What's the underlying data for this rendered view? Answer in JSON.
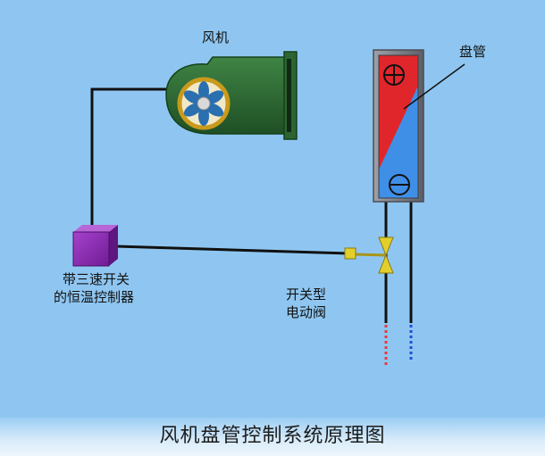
{
  "labels": {
    "fan": "风机",
    "coil": "盘管",
    "controller_line1": "带三速开关",
    "controller_line2": "的恒温控制器",
    "valve_line1": "开关型",
    "valve_line2": "电动阀",
    "title": "风机盘管控制系统原理图"
  },
  "colors": {
    "background": "#8fc6f1",
    "fan_housing": "#2e6b34",
    "impeller_ring": "#c99a1c",
    "impeller_blade": "#2a6fb0",
    "coil_hot": "#e0262a",
    "coil_cold": "#3f8fe6",
    "coil_frame": "#7b7d86",
    "controller_box": "#8e2bb5",
    "valve": "#e3cf2a",
    "wire": "#111111",
    "supply_dots": "#e83b3b",
    "return_dots": "#1e4fd6"
  },
  "icons": [
    "fan-icon",
    "impeller-icon",
    "plus-symbol-icon",
    "minus-symbol-icon",
    "valve-icon",
    "actuator-icon",
    "controller-box-icon"
  ]
}
